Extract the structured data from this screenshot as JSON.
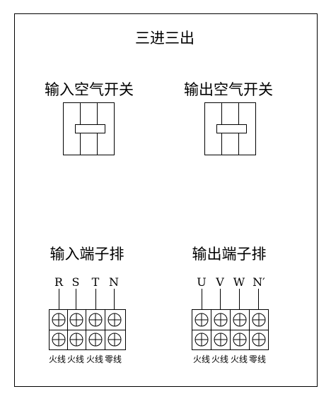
{
  "diagram": {
    "title": "三进三出",
    "breakers": [
      {
        "label": "输入空气开关"
      },
      {
        "label": "输出空气开关"
      }
    ],
    "terminal_blocks": [
      {
        "label": "输入端子排",
        "terminals": [
          "R",
          "S",
          "T",
          "N"
        ],
        "wire_labels": [
          "火线",
          "火线",
          "火线",
          "零线"
        ]
      },
      {
        "label": "输出端子排",
        "terminals": [
          "U",
          "V",
          "W",
          "N′"
        ],
        "wire_labels": [
          "火线",
          "火线",
          "火线",
          "零线"
        ]
      }
    ]
  }
}
